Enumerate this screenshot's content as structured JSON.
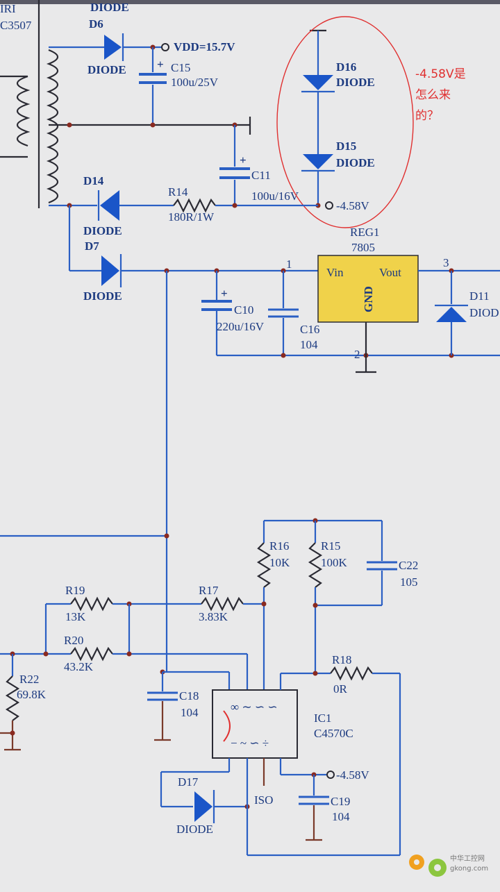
{
  "components": {
    "top_left_label": "IRI",
    "c3507": "C3507",
    "d6_type": "DIODE",
    "d6": "D6",
    "d6_type2": "DIODE",
    "vdd": "VDD=15.7V",
    "c15": "C15",
    "c15_val": "100u/25V",
    "d16": "D16",
    "d16_type": "DIODE",
    "d15": "D15",
    "d15_type": "DIODE",
    "c11": "C11",
    "c11_val": "100u/16V",
    "neg_out": "-4.58V",
    "d14": "D14",
    "d14_type": "DIODE",
    "r14": "R14",
    "r14_val": "180R/1W",
    "d7": "D7",
    "d7_type": "DIODE",
    "reg1": "REG1",
    "reg1_part": "7805",
    "vin": "Vin",
    "vout": "Vout",
    "gnd": "GND",
    "pin1": "1",
    "pin2": "2",
    "pin3": "3",
    "d11": "D11",
    "d11_type": "DIOD",
    "c10": "C10",
    "c10_val": "220u/16V",
    "c16": "C16",
    "c16_val": "104",
    "r16": "R16",
    "r16_val": "10K",
    "r15": "R15",
    "r15_val": "100K",
    "c22": "C22",
    "c22_val": "105",
    "r19": "R19",
    "r19_val": "13K",
    "r17": "R17",
    "r17_val": "3.83K",
    "r20": "R20",
    "r20_val": "43.2K",
    "r18": "R18",
    "r18_val": "0R",
    "r22": "R22",
    "r22_val": "69.8K",
    "c18": "C18",
    "c18_val": "104",
    "ic1": "IC1",
    "ic1_part": "C4570C",
    "d17": "D17",
    "d17_type": "DIODE",
    "iso": "ISO",
    "neg_in": "-4.58V",
    "c19": "C19",
    "c19_val": "104"
  },
  "annotation": {
    "line1": "-4.58V是",
    "line2": "怎么来",
    "line3": "的？",
    "color": "#e03030"
  },
  "watermark": {
    "cn": "中华工控网",
    "url": "gkong.com"
  },
  "colors": {
    "background": "#e9e9ea",
    "wire": "#2a5fc4",
    "diode": "#1a55c8",
    "regulator": "#f0d24a",
    "annotation": "#e03030"
  }
}
